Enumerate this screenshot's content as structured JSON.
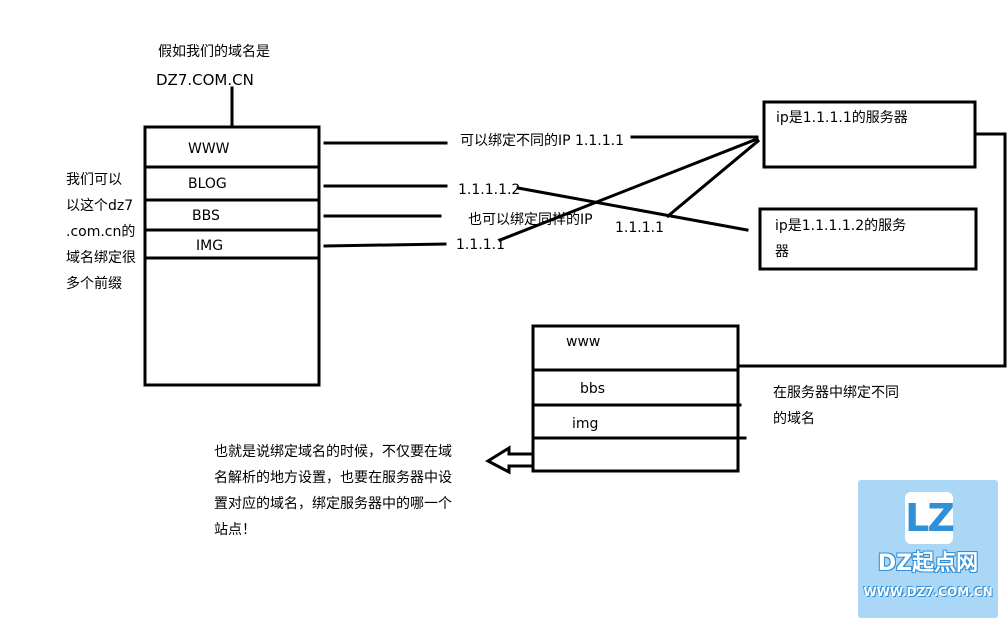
{
  "domain_note": {
    "line1": "假如我们的域名是",
    "line2": "DZ7.COM.CN"
  },
  "subdomains": [
    "WWW",
    "BLOG",
    "BBS",
    "IMG"
  ],
  "left_note": [
    "我们可以",
    "以这个dz7",
    ".com.cn的",
    "域名绑定很",
    "多个前缀"
  ],
  "arrow_labels": {
    "www": "可以绑定不同的IP 1.1.1.1",
    "blog": "1.1.1.1.2",
    "bbs": "也可以绑定同样的IP",
    "img": "1.1.1.1",
    "middle": "1.1.1.1"
  },
  "servers": {
    "server1": "ip是1.1.1.1的服务器",
    "server2_line1": "ip是1.1.1.1.2的服务",
    "server2_line2": "器"
  },
  "server_sites": [
    "www",
    "bbs",
    "img"
  ],
  "server_note": [
    "在服务器中绑定不同",
    "的域名"
  ],
  "bottom_note": [
    "也就是说绑定域名的时候，不仅要在域",
    "名解析的地方设置，也要在服务器中设",
    "置对应的域名，绑定服务器中的哪一个",
    "站点！"
  ],
  "logo": {
    "mark": "LZ",
    "name": "DZ起点网",
    "url": "WWW.DZ7.COM.CN"
  },
  "colors": {
    "stroke": "#000000",
    "logo_bg": "#a9d7f5",
    "logo_accent": "#2f8fd8"
  }
}
